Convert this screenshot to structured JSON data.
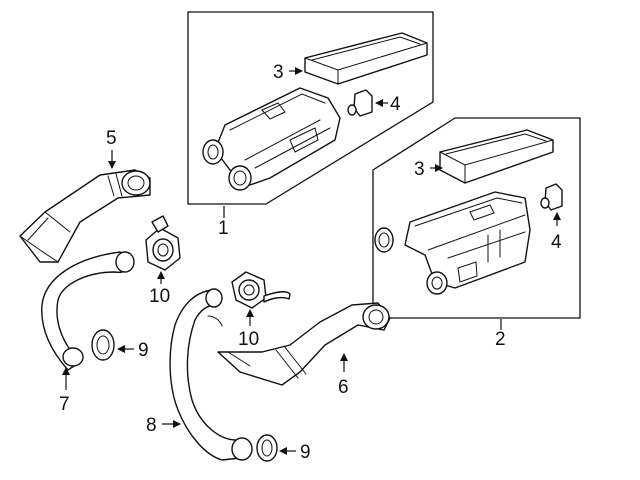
{
  "callouts": {
    "c1": "1",
    "c2": "2",
    "c3a": "3",
    "c3b": "3",
    "c4a": "4",
    "c4b": "4",
    "c5": "5",
    "c6": "6",
    "c7": "7",
    "c8": "8",
    "c9a": "9",
    "c9b": "9",
    "c10a": "10",
    "c10b": "10"
  },
  "colors": {
    "line": "#111111",
    "background": "#ffffff"
  }
}
